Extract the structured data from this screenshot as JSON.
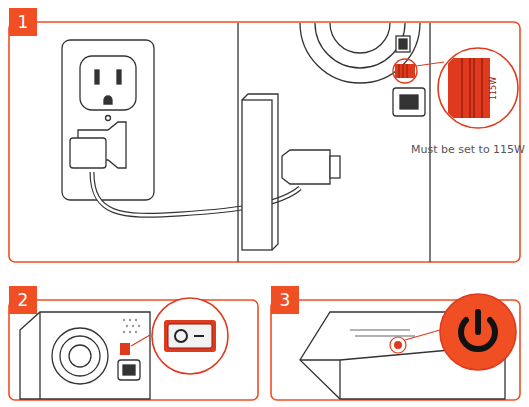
{
  "diagram": {
    "nodes": [
      {
        "text": [
          "1"
        ]
      },
      {
        "text": [
          "2"
        ]
      },
      {
        "text": [
          "3"
        ]
      }
    ],
    "labels": [
      "115W",
      "Must be set to 115W"
    ]
  }
}
